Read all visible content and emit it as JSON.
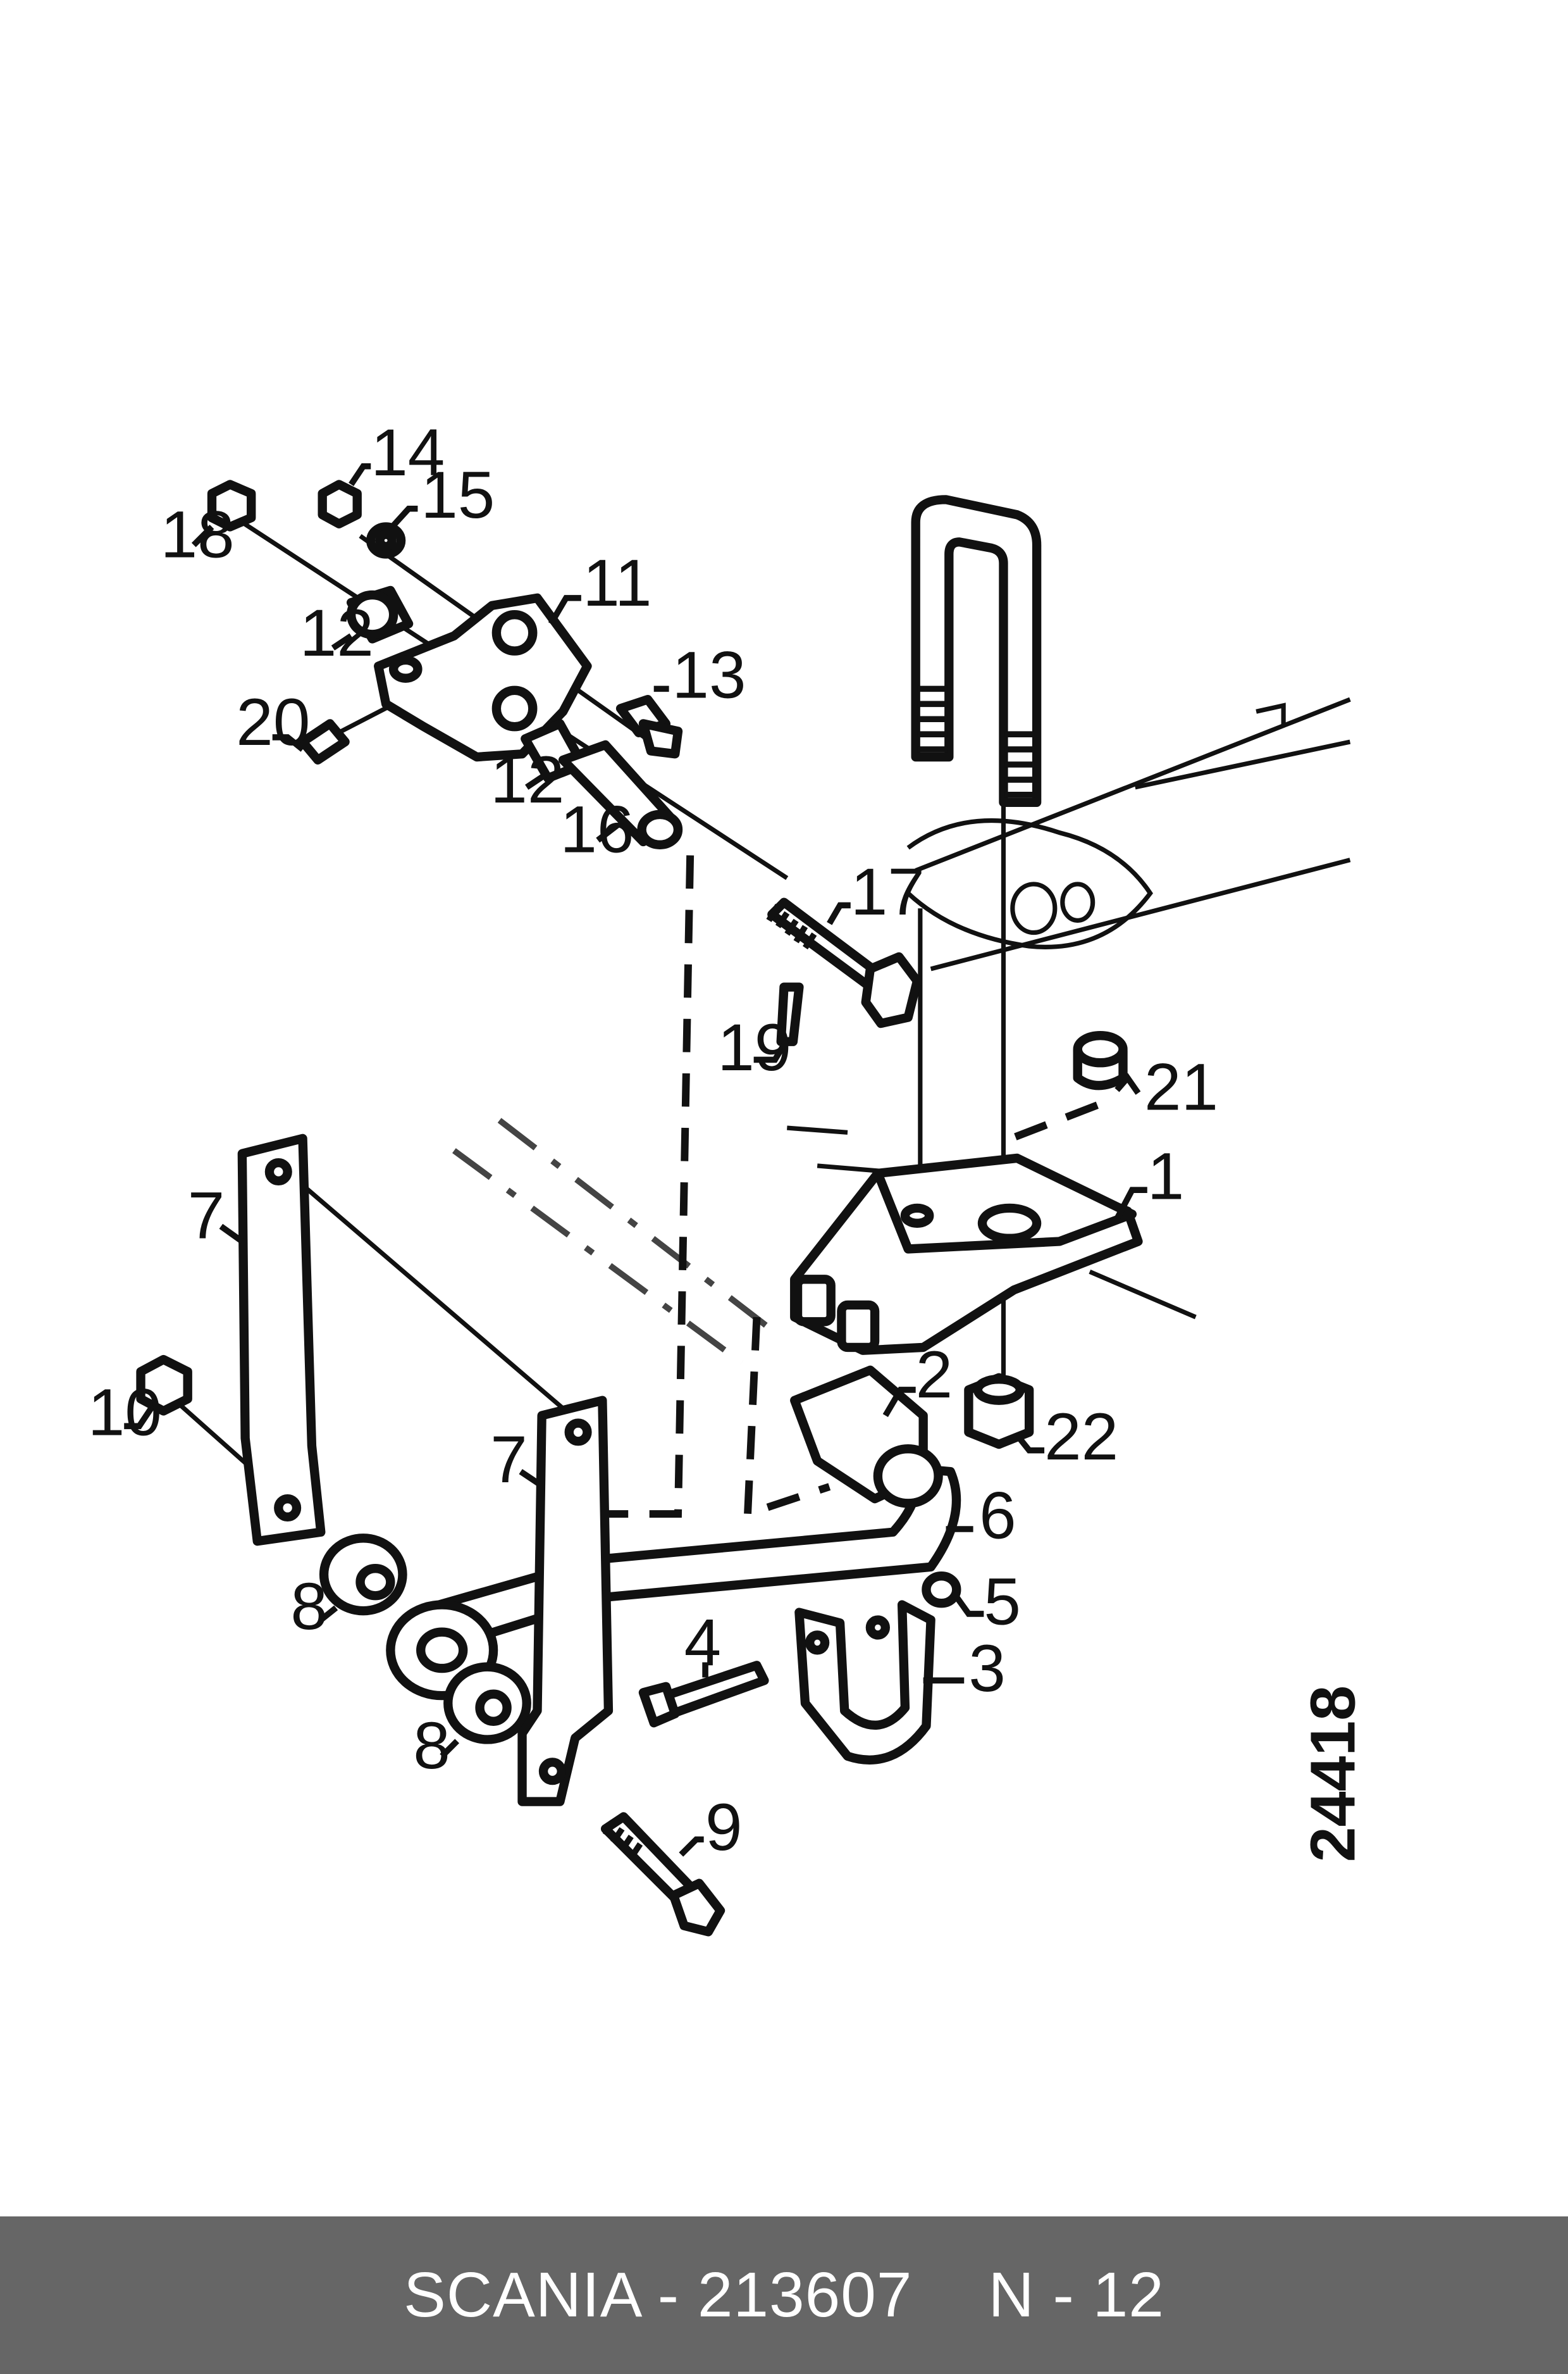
{
  "diagram": {
    "reference_number": "24418",
    "callouts": [
      {
        "id": "c1",
        "label": "1"
      },
      {
        "id": "c2",
        "label": "2"
      },
      {
        "id": "c3",
        "label": "3"
      },
      {
        "id": "c4",
        "label": "4"
      },
      {
        "id": "c5",
        "label": "5"
      },
      {
        "id": "c6",
        "label": "6"
      },
      {
        "id": "c7a",
        "label": "7"
      },
      {
        "id": "c7b",
        "label": "7"
      },
      {
        "id": "c8a",
        "label": "8"
      },
      {
        "id": "c8b",
        "label": "8"
      },
      {
        "id": "c9",
        "label": "9"
      },
      {
        "id": "c10",
        "label": "10"
      },
      {
        "id": "c11",
        "label": "11"
      },
      {
        "id": "c12a",
        "label": "12"
      },
      {
        "id": "c12b",
        "label": "12"
      },
      {
        "id": "c13",
        "label": "13"
      },
      {
        "id": "c14",
        "label": "14"
      },
      {
        "id": "c15",
        "label": "15"
      },
      {
        "id": "c16",
        "label": "16"
      },
      {
        "id": "c17",
        "label": "17"
      },
      {
        "id": "c18",
        "label": "18"
      },
      {
        "id": "c19",
        "label": "19"
      },
      {
        "id": "c20",
        "label": "20"
      },
      {
        "id": "c21",
        "label": "21"
      },
      {
        "id": "c22",
        "label": "22"
      }
    ]
  },
  "footer": {
    "part": "SCANIA - 213607",
    "code": "N - 12"
  }
}
